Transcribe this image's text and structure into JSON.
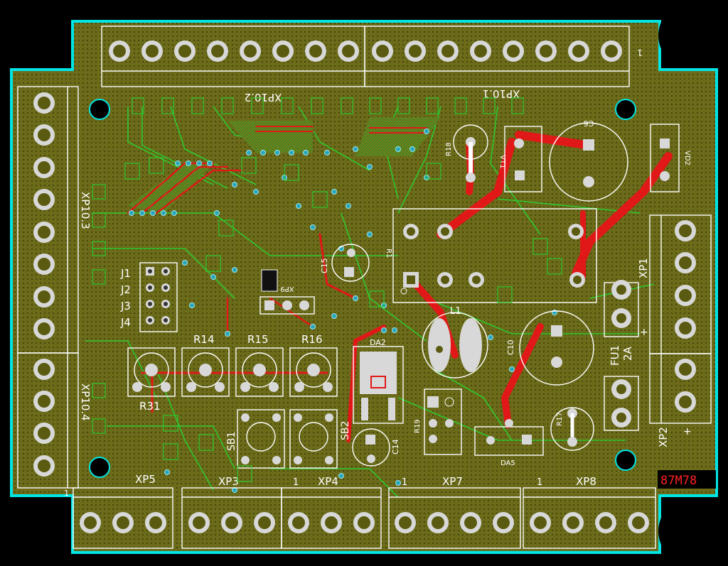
{
  "board": {
    "colors": {
      "background": "#000000",
      "copper_pour": "#6b6b1a",
      "outline": "#00e5e5",
      "silk": "#ffffff",
      "top_trace": "#e01818",
      "bottom_trace": "#2ec82e",
      "via": "#2aa6b8",
      "pad_ring": "#d8d8d8",
      "drc_marker": "#ff2020"
    },
    "connector_labels": {
      "xp10_2": "XP10.2",
      "xp10_1": "XP10.1",
      "xp10_3": "XP10.3",
      "xp10_4": "XP10.4",
      "xp1": "XP1",
      "xp2": "XP2",
      "xp5": "XP5",
      "xp3": "XP3",
      "xp4": "XP4",
      "xp7": "XP7",
      "xp8": "XP8",
      "xp9": "XP9"
    },
    "jumper_labels": [
      "J1",
      "J2",
      "J3",
      "J4"
    ],
    "resistor_labels": {
      "r14": "R14",
      "r15": "R15",
      "r16": "R16",
      "r31": "R31",
      "r18": "R18",
      "r19": "R19",
      "r17": "R17",
      "r1": "R1"
    },
    "component_labels": {
      "c6": "C6",
      "c10": "C10",
      "c14": "C14",
      "c15": "C15",
      "l1": "L1",
      "da2": "DA2",
      "da5": "DA5",
      "vt1": "VT1",
      "vd2": "VD2",
      "sb1": "SB1",
      "sb2": "SB2",
      "fu1": "FU1",
      "fu1_rating": "2A"
    },
    "pin_markers": {
      "one": "1",
      "plus": "+"
    },
    "corner_marker": "87M78"
  }
}
